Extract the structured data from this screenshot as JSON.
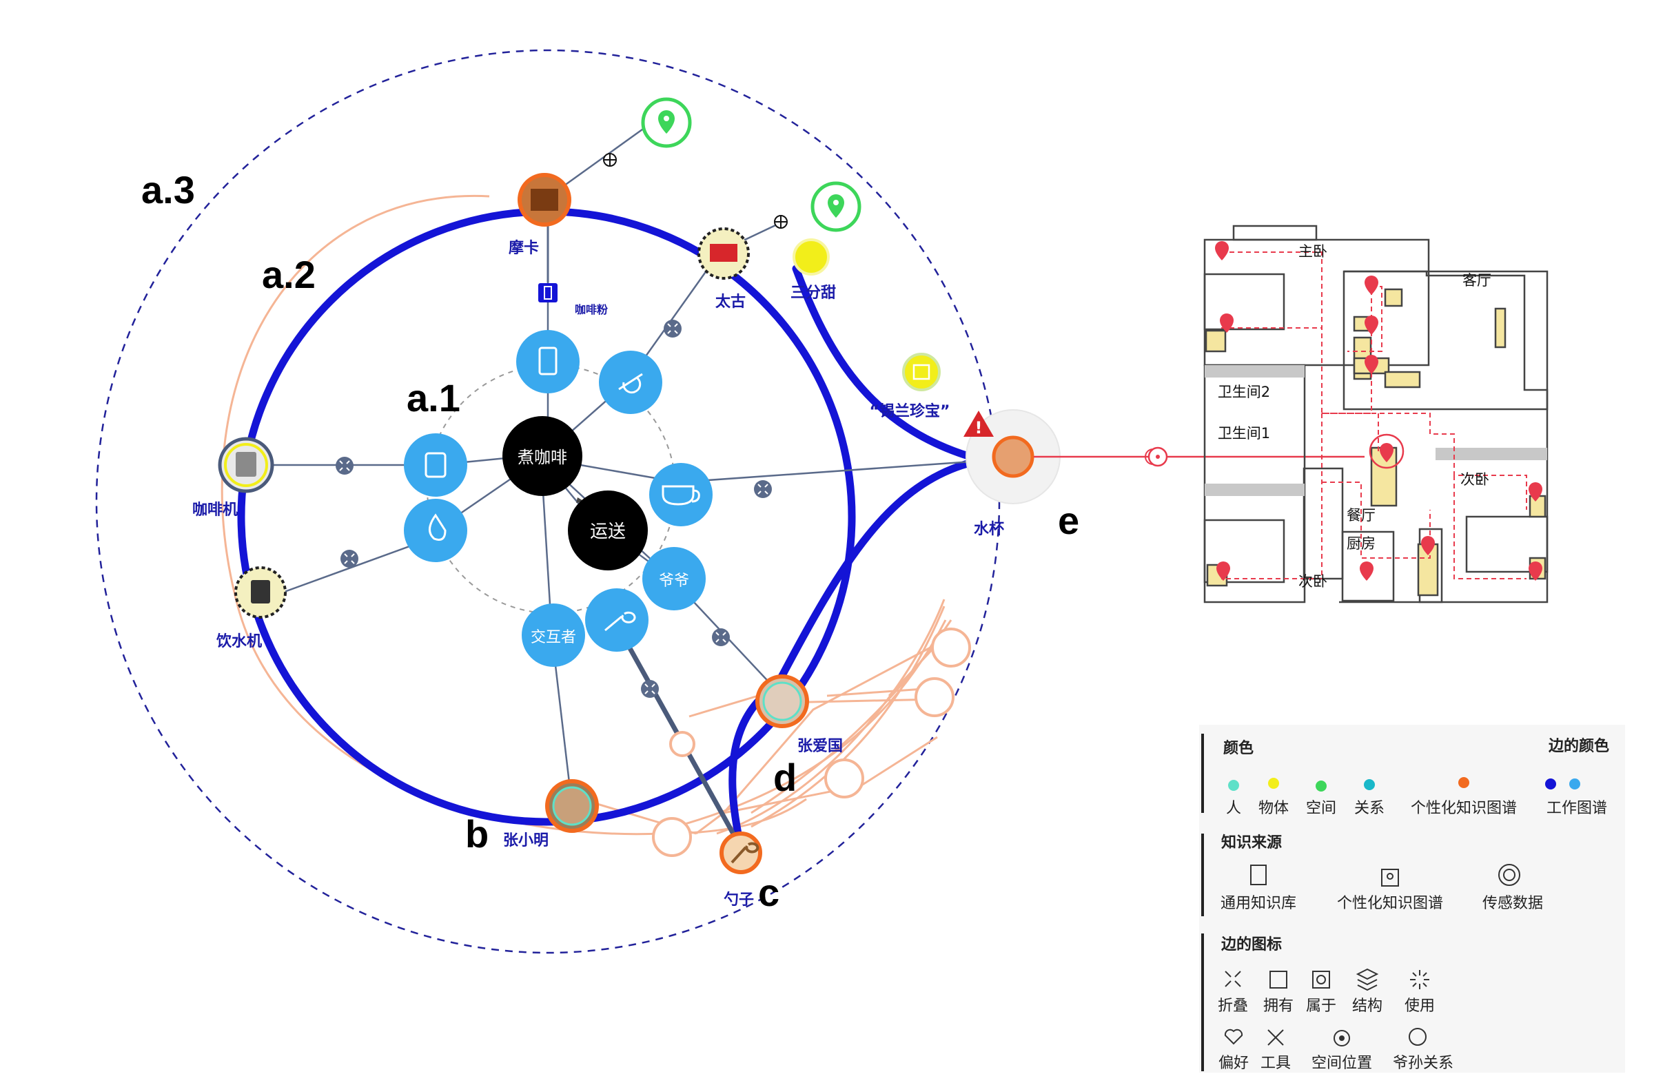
{
  "section_labels": {
    "a1": "a.1",
    "a2": "a.2",
    "a3": "a.3",
    "b": "b",
    "c": "c",
    "d": "d",
    "e": "e"
  },
  "center_nodes": {
    "cook": "煮咖啡",
    "deliver": "运送"
  },
  "inner_nodes": {
    "grandpa": "爷爷",
    "interactor": "交互者"
  },
  "entities": {
    "mocha": "摩卡",
    "taikoo": "太古",
    "coffee_machine": "咖啡机",
    "water_dispenser": "饮水机",
    "zhang_xiaoming": "张小明",
    "zhang_aiguo": "张爱国",
    "spoon": "勺子",
    "cup": "水杯",
    "sanfentian": "三分甜",
    "xilan": "“锡兰珍宝”",
    "coffee_powder": "咖啡粉"
  },
  "rooms": {
    "master_bedroom": "主卧",
    "living_room": "客厅",
    "bathroom2": "卫生间2",
    "bathroom1": "卫生间1",
    "second_bedroom_right": "次卧",
    "dining_room": "餐厅",
    "kitchen": "厨房",
    "second_bedroom_bottom": "次卧"
  },
  "legend": {
    "colors_title": "颜色",
    "edge_colors_title": "边的颜色",
    "color_items": [
      {
        "label": "人",
        "color": "#5ee0c8"
      },
      {
        "label": "物体",
        "color": "#f2ee1a"
      },
      {
        "label": "空间",
        "color": "#3dd65a"
      },
      {
        "label": "关系",
        "color": "#1ab8c9"
      },
      {
        "label": "个性化知识图谱",
        "color": "#f26a1f"
      }
    ],
    "edge_color_items": [
      {
        "label": "工作图谱",
        "colors": [
          "#1414d6",
          "#3aa9ee"
        ]
      }
    ],
    "source_title": "知识来源",
    "source_items": [
      {
        "label": "通用知识库",
        "icon": "knowledge-base-icon"
      },
      {
        "label": "个性化知识图谱",
        "icon": "personal-graph-icon"
      },
      {
        "label": "传感数据",
        "icon": "sensor-data-icon"
      }
    ],
    "edge_icons_title": "边的图标",
    "edge_icon_items": [
      {
        "label": "折叠",
        "icon": "collapse-icon"
      },
      {
        "label": "拥有",
        "icon": "own-icon"
      },
      {
        "label": "属于",
        "icon": "belong-icon"
      },
      {
        "label": "结构",
        "icon": "structure-icon"
      },
      {
        "label": "使用",
        "icon": "use-icon"
      },
      {
        "label": "偏好",
        "icon": "preference-icon"
      },
      {
        "label": "工具",
        "icon": "tool-icon"
      },
      {
        "label": "空间位置",
        "icon": "location-icon"
      },
      {
        "label": "爷孙关系",
        "icon": "grandparent-icon"
      }
    ]
  },
  "colors": {
    "work_graph_dark": "#1414d6",
    "work_graph_light": "#3aa9ee",
    "personal": "#f26a1f",
    "personal_edge": "#f5b595",
    "alert": "#d7262b",
    "route": "#e83a4c"
  }
}
